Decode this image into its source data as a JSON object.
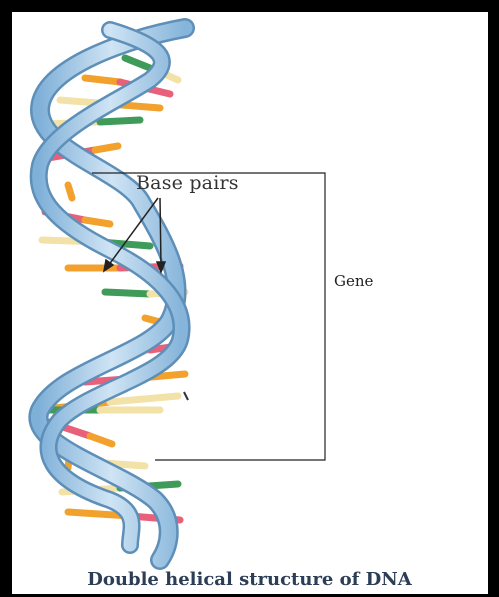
{
  "labels": {
    "base_pairs": "Base pairs",
    "gene": "Gene",
    "caption": "Double helical structure of DNA"
  },
  "colors": {
    "backbone": "#a9cbe6",
    "backbone_edge": "#5d8fb8",
    "base_green": "#3f9b5a",
    "base_orange": "#f2a12c",
    "base_pink": "#e8607a",
    "base_cream": "#f3e2a8"
  }
}
